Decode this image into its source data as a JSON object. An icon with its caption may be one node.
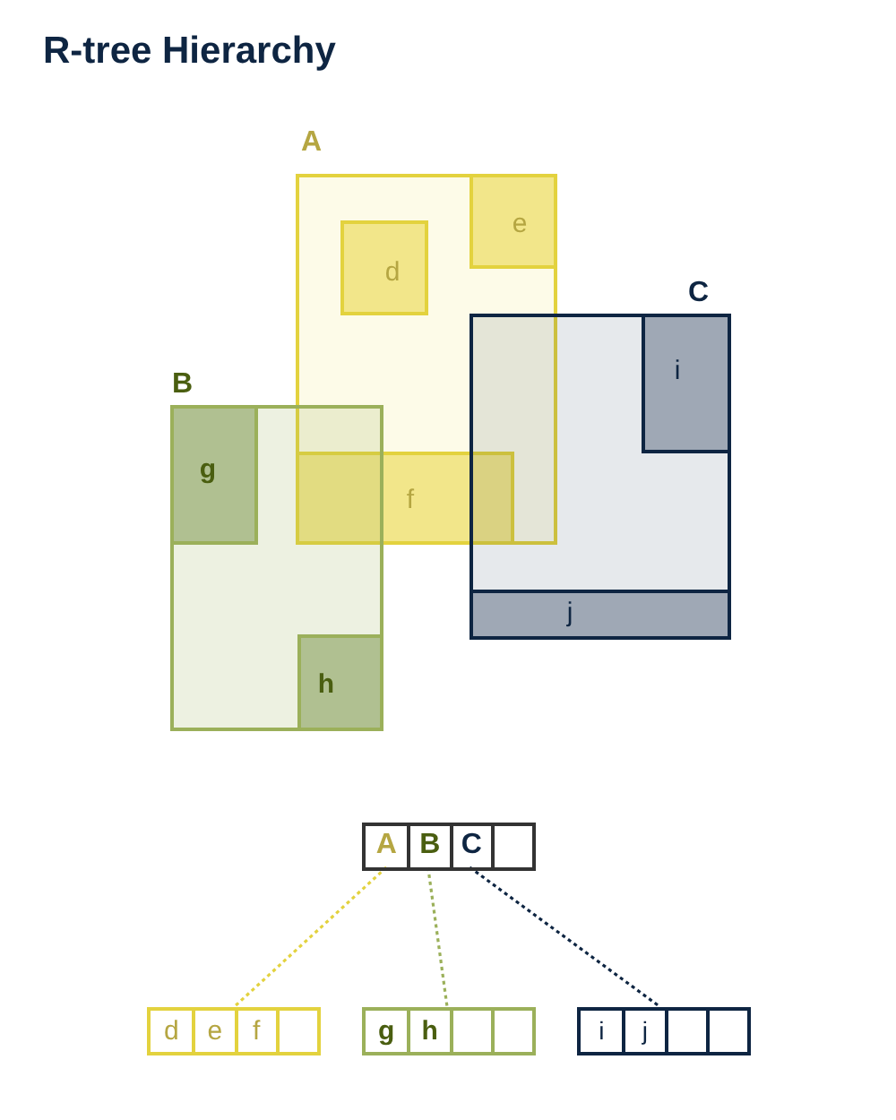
{
  "diagram": {
    "title": "R-tree Hierarchy",
    "nodes": [
      {
        "text": [
          "A"
        ]
      },
      {
        "text": [
          "d"
        ],
        "in": 0
      },
      {
        "text": [
          "e"
        ],
        "in": 0
      },
      {
        "text": [
          "f"
        ],
        "in": 0
      },
      {
        "text": [
          "C"
        ]
      },
      {
        "text": [
          "i"
        ],
        "in": 4
      },
      {
        "text": [
          "j"
        ],
        "in": 4
      },
      {
        "text": [
          "B"
        ]
      },
      {
        "text": [
          "g"
        ],
        "in": 7
      },
      {
        "text": [
          "h"
        ],
        "in": 7
      },
      {
        "text": [],
        "shape": "box"
      },
      {
        "text": [
          "A"
        ],
        "in": 10
      },
      {
        "text": [
          "B"
        ],
        "in": 10
      },
      {
        "text": [
          "C"
        ],
        "in": 10
      },
      {
        "text": [],
        "shape": "box",
        "in": 10
      },
      {
        "text": [],
        "shape": "box"
      },
      {
        "text": [
          "d"
        ],
        "in": 15
      },
      {
        "text": [
          "e"
        ],
        "in": 15
      },
      {
        "text": [
          "f"
        ],
        "in": 15
      },
      {
        "text": [],
        "shape": "box",
        "in": 15
      },
      {
        "text": [],
        "shape": "box"
      },
      {
        "text": [
          "g"
        ],
        "in": 20
      },
      {
        "text": [
          "h"
        ],
        "in": 20
      },
      {
        "text": [],
        "shape": "box",
        "in": 20
      },
      {
        "text": [],
        "shape": "box",
        "in": 20
      },
      {
        "text": [],
        "shape": "box"
      },
      {
        "text": [
          "i"
        ],
        "in": 25
      },
      {
        "text": [
          "j"
        ],
        "in": 25
      },
      {
        "text": [],
        "shape": "box",
        "in": 25
      },
      {
        "text": [],
        "shape": "box",
        "in": 25
      }
    ],
    "edges": [
      {
        "from": 11,
        "to": 15,
        "arrow": "none",
        "style": "dashed",
        "color": "#e3d23e"
      },
      {
        "from": 12,
        "to": 20,
        "arrow": "none",
        "style": "dashed",
        "color": "#9bb05a"
      },
      {
        "from": 13,
        "to": 25,
        "arrow": "none",
        "style": "dashed",
        "color": "#0e2542"
      }
    ]
  }
}
